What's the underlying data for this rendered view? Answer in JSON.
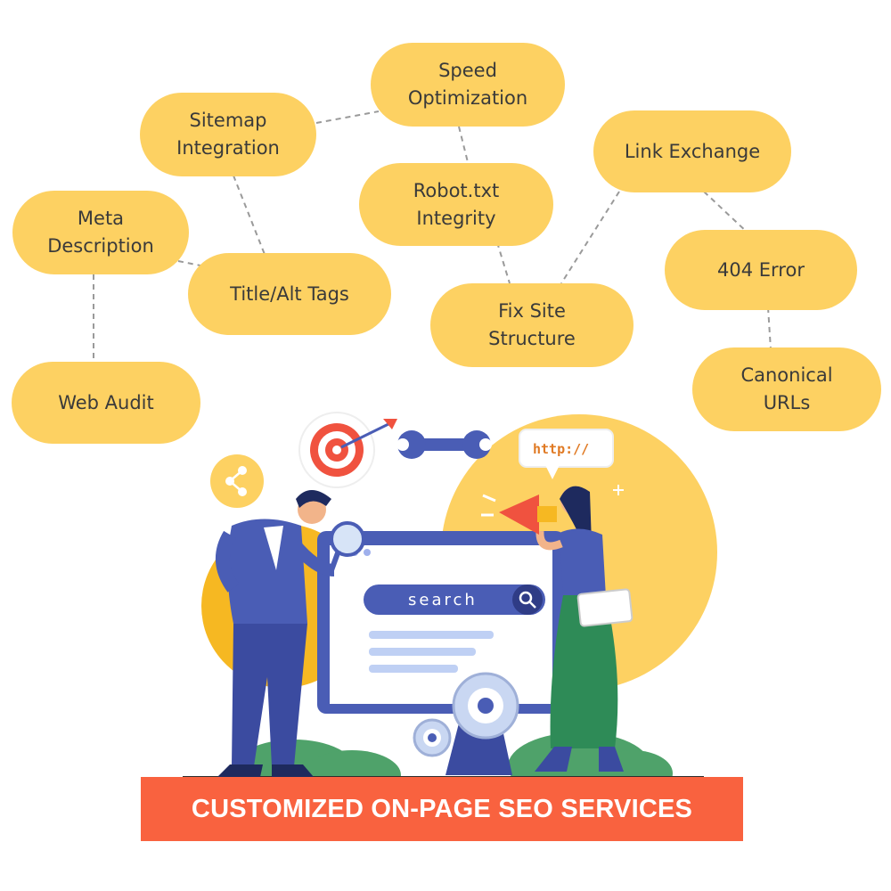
{
  "nodes": {
    "speed": [
      "Speed",
      "Optimization"
    ],
    "sitemap": [
      "Sitemap",
      "Integration"
    ],
    "link_exchange": [
      "Link Exchange"
    ],
    "robot": [
      "Robot.txt",
      "Integrity"
    ],
    "meta": [
      "Meta",
      "Description"
    ],
    "title_alt": [
      "Title/Alt Tags"
    ],
    "error404": [
      "404 Error"
    ],
    "fix_site": [
      "Fix Site",
      "Structure"
    ],
    "web_audit": [
      "Web Audit"
    ],
    "canonical": [
      "Canonical",
      "URLs"
    ]
  },
  "illustration": {
    "search_text": "search",
    "http_text": "http://"
  },
  "banner": "CUSTOMIZED ON-PAGE SEO SERVICES",
  "colors": {
    "node": "#FDD162",
    "banner": "#F9623F",
    "accent_blue": "#4A5DB5",
    "connector": "#9a9a9a"
  }
}
